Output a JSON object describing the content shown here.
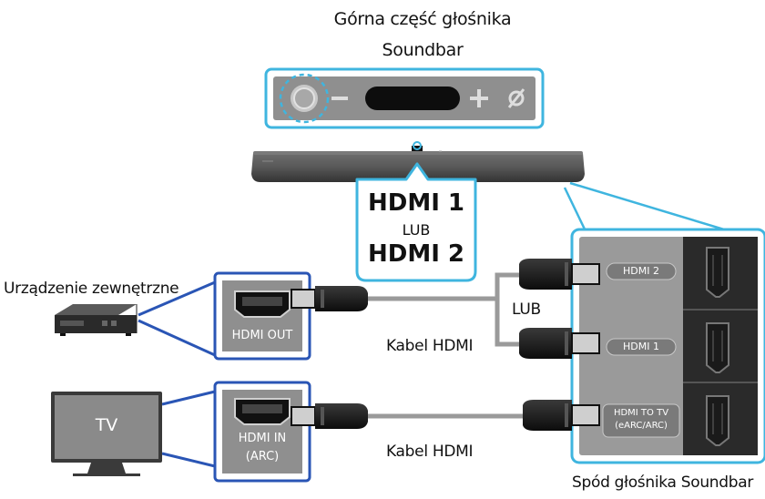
{
  "header": {
    "top_line": "Górna część głośnika",
    "device_name": "Soundbar"
  },
  "panel_buttons": {
    "minus": "−",
    "plus": "+",
    "mic_off": "ø"
  },
  "hdmi_select": {
    "line1": "HDMI 1",
    "line2": "LUB",
    "line3": "HDMI 2"
  },
  "external_device": {
    "label": "Urządzenie zewnętrzne",
    "port_label": "HDMI OUT"
  },
  "tv": {
    "screen_label": "TV",
    "port_label_line1": "HDMI IN",
    "port_label_line2": "(ARC)"
  },
  "cables": {
    "top_cable": "Kabel HDMI",
    "bottom_cable": "Kabel HDMI",
    "or_label": "LUB"
  },
  "soundbar_bottom": {
    "label": "Spód głośnika Soundbar",
    "ports": [
      "HDMI 2",
      "HDMI 1",
      "HDMI TO TV",
      "(eARC/ARC)"
    ]
  },
  "colors": {
    "accent": "#3fb5df",
    "panel": "#909090",
    "dark": "#1a1a1a",
    "cable": "#9a9a9a"
  }
}
